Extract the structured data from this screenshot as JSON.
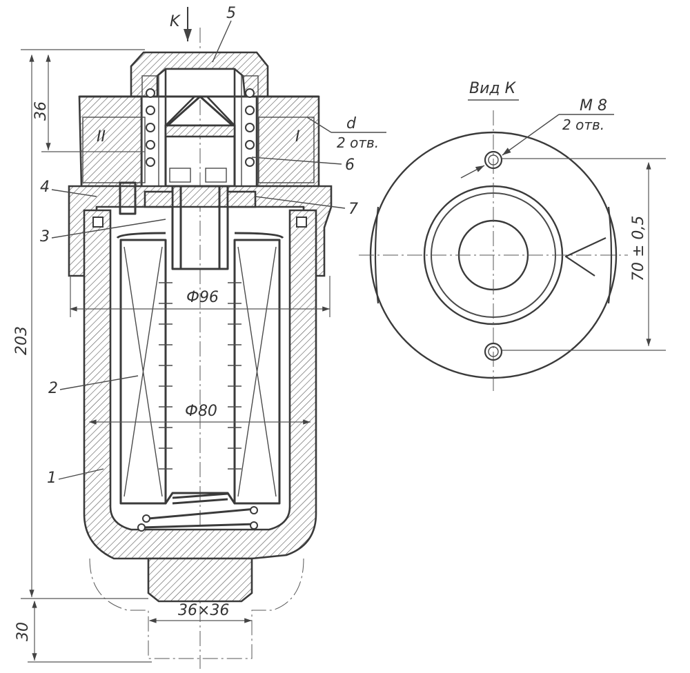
{
  "drawing": {
    "section_arrow": "K",
    "view_title": "Вид К",
    "parts": [
      "1",
      "2",
      "3",
      "4",
      "5",
      "6",
      "7"
    ],
    "ports": [
      "II",
      "I"
    ],
    "port_note_symbol": "d",
    "port_note_count": "2 отв.",
    "thread_note": "М 8",
    "thread_note_count": "2 отв.",
    "dims": {
      "total_height": "203",
      "top_height": "36",
      "bottom_height": "30",
      "outer_dia": "Ф96",
      "inner_dia": "Ф80",
      "hex": "36×36",
      "hole_spacing": "70 ± 0,5"
    }
  }
}
